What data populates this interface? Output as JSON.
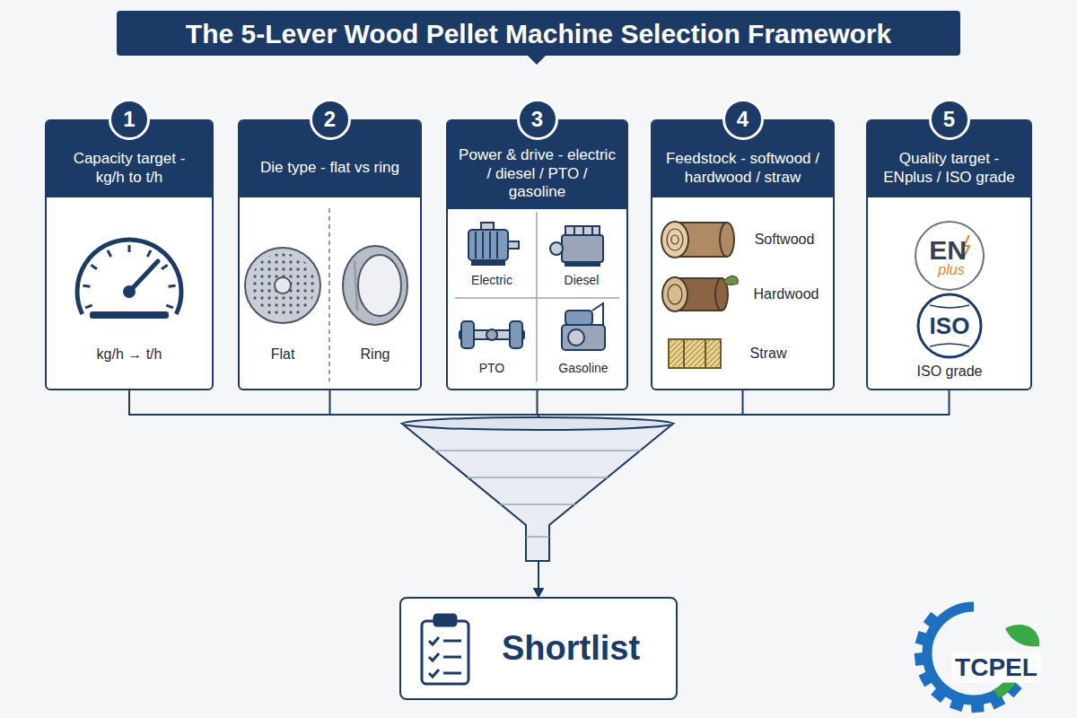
{
  "diagram": {
    "title": "The 5-Lever Wood Pellet Machine Selection Framework",
    "nodes": [
      {
        "text": [
          "Capacity target - kg/h to t/h"
        ]
      },
      {
        "text": [
          "1"
        ],
        "in": 0
      },
      {
        "text": [
          "Die type - flat vs ring"
        ]
      },
      {
        "text": [
          "2"
        ],
        "in": 2
      },
      {
        "text": [
          "Power & drive - electric / diesel / PTO / gasoline"
        ]
      },
      {
        "text": [
          "3"
        ],
        "in": 4
      },
      {
        "text": [
          "Feedstock - softwood / hardwood / straw"
        ]
      },
      {
        "text": [
          "4"
        ],
        "in": 6
      },
      {
        "text": [
          "Quality target - ENplus / ISO grade"
        ]
      },
      {
        "text": [
          "5"
        ],
        "in": 8
      },
      {
        "text": [
          "Shortlist"
        ]
      }
    ],
    "edges": [
      {
        "from": 0,
        "to": 10,
        "arrow": "to"
      },
      {
        "from": 2,
        "to": 10,
        "arrow": "to"
      },
      {
        "from": 4,
        "to": 10,
        "arrow": "to"
      },
      {
        "from": 6,
        "to": 10,
        "arrow": "to"
      },
      {
        "from": 8,
        "to": 10,
        "arrow": "to"
      }
    ],
    "labels": [
      "kg/h → t/h",
      "Flat",
      "Ring",
      "Electric",
      "Diesel",
      "PTO",
      "Gasoline",
      "Softwood",
      "Hardwood",
      "Straw",
      "EN",
      "plus",
      "ISO",
      "ISO grade",
      "TCPEL"
    ]
  }
}
